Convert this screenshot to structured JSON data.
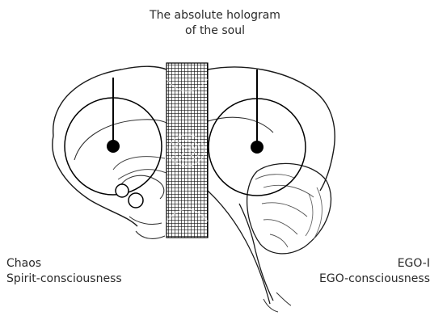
{
  "title": {
    "line1": "The absolute hologram",
    "line2": "of the soul"
  },
  "left_label": {
    "line1": "Chaos",
    "line2": "Spirit-consciousness"
  },
  "right_label": {
    "line1": "EGO-I",
    "line2": "EGO-consciousness"
  },
  "colors": {
    "ink": "#1a1a1a",
    "background": "#ffffff"
  }
}
